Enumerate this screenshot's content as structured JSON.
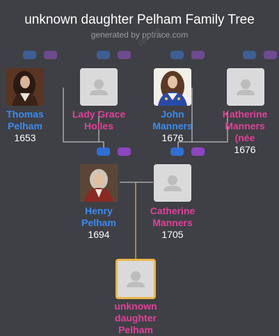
{
  "header": {
    "title": "unknown daughter Pelham Family Tree",
    "subtitle": "generated by pptrace.com",
    "watermark": "pptrace"
  },
  "people": {
    "thomas": {
      "first": "Thomas",
      "last": "Pelham",
      "year": "1653",
      "photo": "portrait-thomas"
    },
    "grace": {
      "first": "Lady Grace",
      "last": "Holles",
      "year": "",
      "photo": "placeholder"
    },
    "john": {
      "first": "John",
      "last": "Manners",
      "year": "1676",
      "photo": "portrait-john"
    },
    "katherine": {
      "first": "Katherine",
      "middle": "Manners",
      "last": "(née",
      "year": "1676",
      "photo": "placeholder"
    },
    "henry": {
      "first": "Henry",
      "last": "Pelham",
      "year": "1694",
      "photo": "portrait-henry"
    },
    "catherine": {
      "first": "Catherine",
      "last": "Manners",
      "year": "1705",
      "photo": "placeholder"
    },
    "daughter": {
      "first": "unknown",
      "middle": "daughter",
      "last": "Pelham",
      "year": "",
      "photo": "placeholder"
    }
  },
  "colors": {
    "male": "#3b8bf0",
    "female": "#e0409a",
    "connector": "#dcdcdc",
    "descent": "#e9b64a",
    "father_pill": "#2f6fd4",
    "mother_pill": "#8d45c2"
  }
}
